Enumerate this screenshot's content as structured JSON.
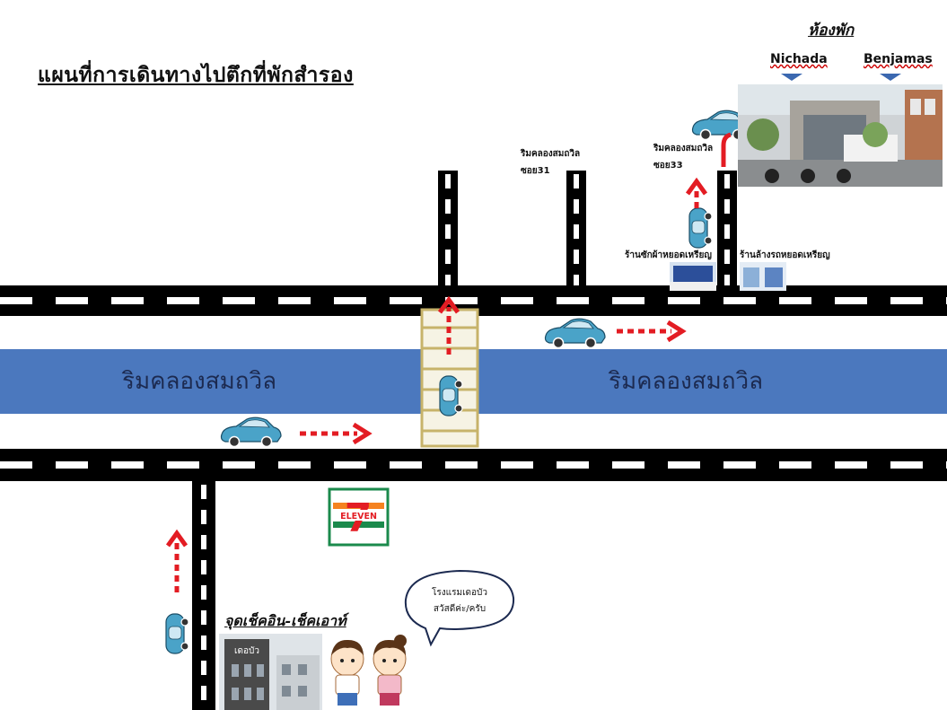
{
  "title": "แผนที่การเดินทางไปตึกที่พักสำรอง",
  "rooms_header": "ห้องพัก",
  "buildings": {
    "left": "Nichada",
    "right": "Benjamas"
  },
  "soi_labels": {
    "soi31_line1": "ริมคลองสมถวิล",
    "soi31_line2": "ซอย31",
    "soi33_line1": "ริมคลองสมถวิล",
    "soi33_line2": "ซอย33"
  },
  "shops": {
    "laundry": "ร้านซักผ้าหยอดเหรียญ",
    "carwash": "ร้านล้างรถหยอดเหรียญ"
  },
  "canal": {
    "label_left": "ริมคลองสมถวิล",
    "label_right": "ริมคลองสมถวิล"
  },
  "store_logo": {
    "name": "ELEVEN",
    "number": "7"
  },
  "checkin": "จุดเช็คอิน-เช็คเอาท์",
  "hotel_sign": "เดอบัว",
  "speech": {
    "line1": "โรงแรมเดอบัว",
    "line2": "สวัสดีค่ะ/ครับ"
  },
  "colors": {
    "canal": "#4b78be",
    "road": "#000000",
    "arrow": "#e31c23",
    "bridge": "#d9c98a",
    "car": "#4aa3c8"
  }
}
